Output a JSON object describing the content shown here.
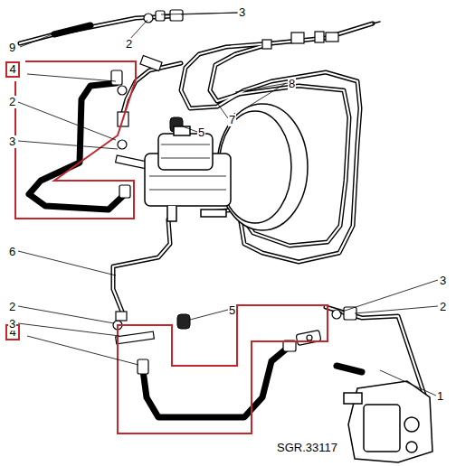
{
  "diagram": {
    "nodes": [
      {
        "text": [
          "4"
        ]
      },
      {
        "text": [
          "4"
        ]
      }
    ],
    "labels": [
      "3",
      "9",
      "2",
      "8",
      "2",
      "7",
      "5",
      "3",
      "6",
      "2",
      "3",
      "2",
      "5",
      "3",
      "1",
      "SGR.33117"
    ]
  }
}
